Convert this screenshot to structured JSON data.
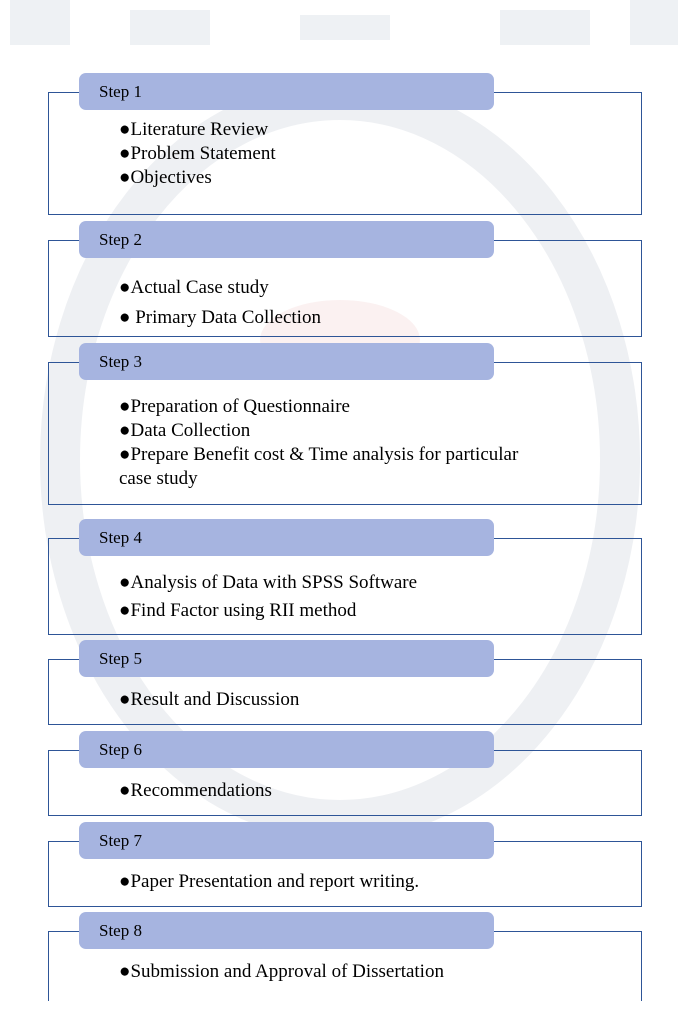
{
  "steps": [
    {
      "label": "Step 1",
      "items": [
        "●Literature Review",
        "●Problem Statement",
        "●Objectives"
      ]
    },
    {
      "label": "Step 2",
      "items": [
        "●Actual Case study",
        "● Primary Data Collection"
      ]
    },
    {
      "label": "Step 3",
      "items": [
        "●Preparation of Questionnaire",
        "●Data Collection",
        "●Prepare Benefit cost & Time analysis for particular case study"
      ]
    },
    {
      "label": "Step 4",
      "items": [
        "●Analysis of  Data with SPSS Software",
        "●Find Factor using RII method"
      ]
    },
    {
      "label": "Step 5",
      "items": [
        "●Result and Discussion"
      ]
    },
    {
      "label": "Step 6",
      "items": [
        "●Recommendations"
      ]
    },
    {
      "label": "Step 7",
      "items": [
        "●Paper Presentation and report writing."
      ]
    },
    {
      "label": "Step 8",
      "items": [
        "●Submission and Approval of Dissertation"
      ]
    }
  ],
  "colors": {
    "header_fill": "#a6b4e0",
    "box_border": "#2e5597",
    "watermark": "#e8ecf2"
  }
}
